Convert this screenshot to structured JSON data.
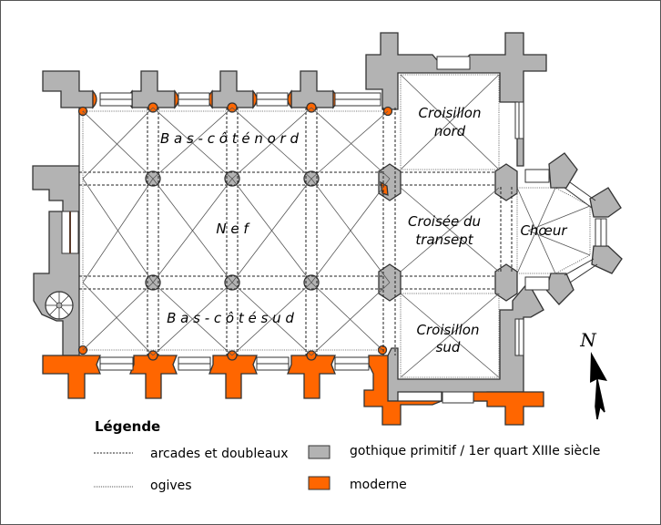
{
  "colors": {
    "gothic": "#b3b3b3",
    "modern": "#ff6600",
    "outline": "#333333",
    "line": "#555555"
  },
  "rooms": {
    "bas_cote_nord": "B a s - c ô t é   n o r d",
    "nef": "N   e   f",
    "bas_cote_sud": "B a s - c ô t é   s u d",
    "croisillon_nord_1": "Croisillon",
    "croisillon_nord_2": "nord",
    "croisee_1": "Croisée du",
    "croisee_2": "transept",
    "choeur": "Chœur",
    "croisillon_sud_1": "Croisillon",
    "croisillon_sud_2": "sud"
  },
  "compass": {
    "label": "N",
    "icon": "north-arrow-icon"
  },
  "legend": {
    "title": "Légende",
    "items": [
      {
        "label": "arcades et doubleaux",
        "kind": "line-dashed"
      },
      {
        "label": "ogives",
        "kind": "line-dotted"
      },
      {
        "label": "gothique primitif / 1er quart XIIIe siècle",
        "kind": "swatch-gothic"
      },
      {
        "label": "moderne",
        "kind": "swatch-modern"
      }
    ]
  }
}
